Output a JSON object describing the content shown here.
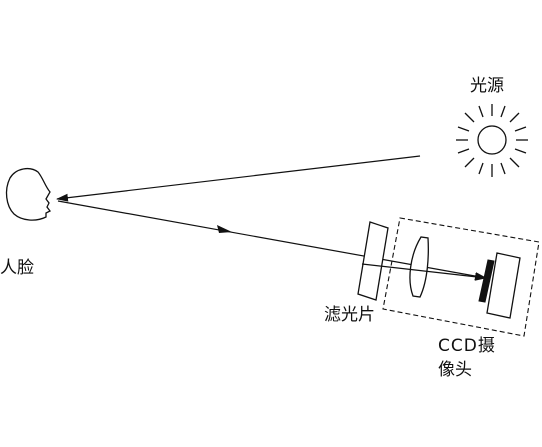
{
  "labels": {
    "light_source": "光源",
    "face": "人脸",
    "filter": "滤光片",
    "camera_line1": "CCD摄",
    "camera_line2": "像头"
  }
}
